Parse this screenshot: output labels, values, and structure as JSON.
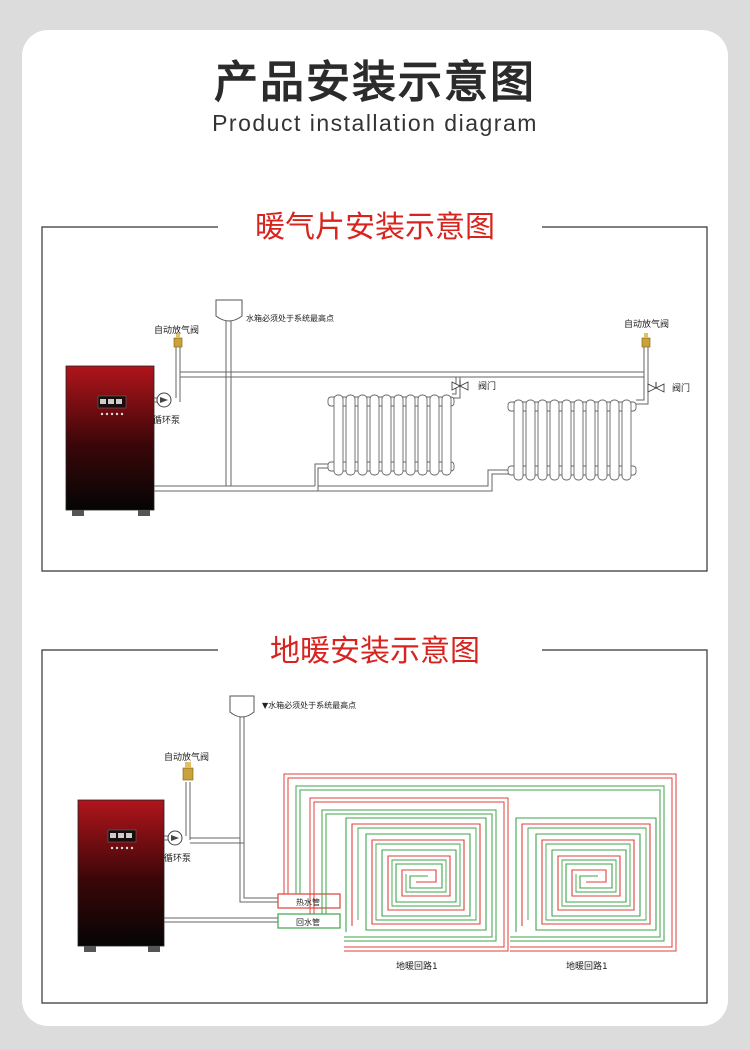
{
  "header": {
    "title": "产品安装示意图",
    "subtitle": "Product installation diagram"
  },
  "radiator_section": {
    "title": "暖气片安装示意图",
    "labels": {
      "auto_vent_left": "自动放气阀",
      "auto_vent_right": "自动放气阀",
      "water_tank_note": "水箱必须处于系统最高点",
      "circulation_pump": "循环泵",
      "valve_1": "阀门",
      "valve_2": "阀门"
    }
  },
  "floor_section": {
    "title": "地暖安装示意图",
    "labels": {
      "water_tank_note": "▼水箱必须处于系统最高点",
      "auto_vent": "自动放气阀",
      "circulation_pump": "循环泵",
      "hot_water_pipe": "热水管",
      "return_water_pipe": "回水管",
      "loop_1": "地暖回路1",
      "loop_2": "地暖回路1"
    }
  },
  "colors": {
    "accent_red": "#d8241f",
    "hot_pipe": "#e0403a",
    "return_pipe": "#3da64a",
    "brass": "#c9a23b"
  }
}
